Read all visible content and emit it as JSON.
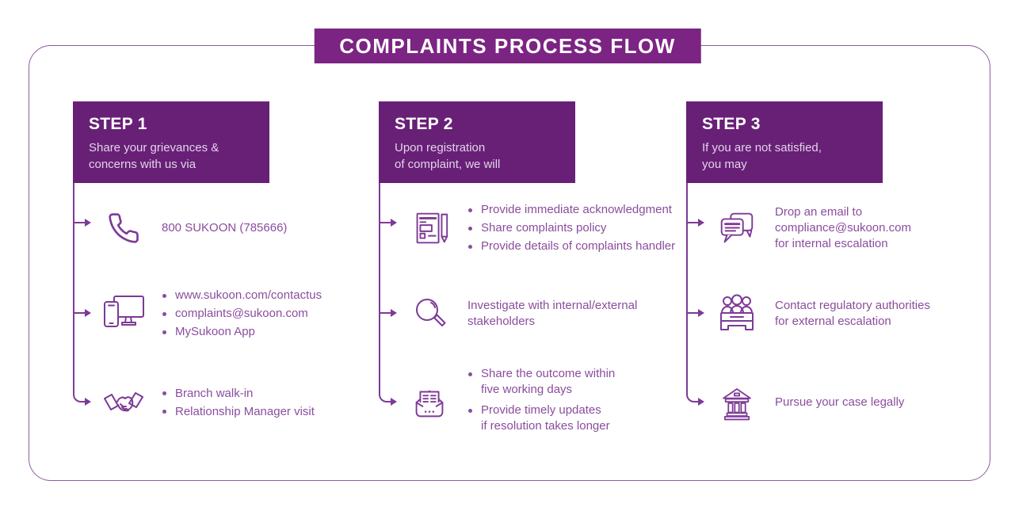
{
  "title": "COMPLAINTS PROCESS FLOW",
  "colors": {
    "banner": "#7c2483",
    "step_box": "#682077",
    "accent": "#7d3a96",
    "body_text": "#8a4d9d",
    "frame_border": "#8e5ba1"
  },
  "steps": [
    {
      "label": "STEP 1",
      "description": "Share your grievances &\nconcerns with us via",
      "items": [
        {
          "icon": "phone-icon",
          "text": "800 SUKOON (785666)"
        },
        {
          "icon": "devices-icon",
          "bullets": [
            "www.sukoon.com/contactus",
            "complaints@sukoon.com",
            "MySukoon App"
          ]
        },
        {
          "icon": "handshake-icon",
          "bullets": [
            "Branch walk-in",
            "Relationship Manager visit"
          ]
        }
      ]
    },
    {
      "label": "STEP 2",
      "description": "Upon registration\nof complaint, we will",
      "items": [
        {
          "icon": "document-pen-icon",
          "bullets": [
            "Provide immediate acknowledgment",
            "Share complaints policy",
            "Provide details of complaints handler"
          ]
        },
        {
          "icon": "magnifier-icon",
          "text": "Investigate with internal/external\nstakeholders"
        },
        {
          "icon": "envelope-icon",
          "bullets": [
            "Share the outcome within\nfive working days",
            "Provide timely updates\nif resolution takes longer"
          ]
        }
      ]
    },
    {
      "label": "STEP 3",
      "description": "If you are not satisfied,\nyou may",
      "items": [
        {
          "icon": "chat-bubbles-icon",
          "text": "Drop an email to\ncompliance@sukoon.com\nfor internal escalation"
        },
        {
          "icon": "people-desk-icon",
          "text": "Contact regulatory authorities\nfor external escalation"
        },
        {
          "icon": "bank-icon",
          "text": "Pursue your case legally"
        }
      ]
    }
  ]
}
